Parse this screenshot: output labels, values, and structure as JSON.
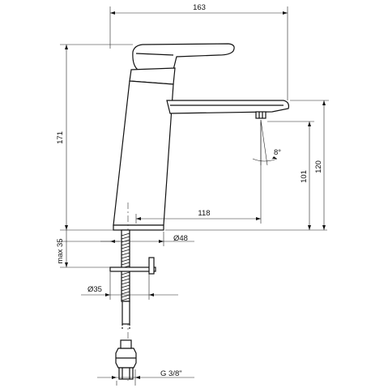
{
  "diagram": {
    "dimensions": {
      "overall_width": "163",
      "overall_height": "171",
      "spout_reach": "118",
      "spout_height": "120",
      "outlet_height": "101",
      "spray_angle": "8°",
      "base_diameter": "Ø48",
      "mounting_hole": "Ø35",
      "max_counter_thickness": "max 35",
      "connection_thread": "G 3/8\""
    },
    "colors": {
      "line": "#111111",
      "background": "#ffffff"
    }
  }
}
